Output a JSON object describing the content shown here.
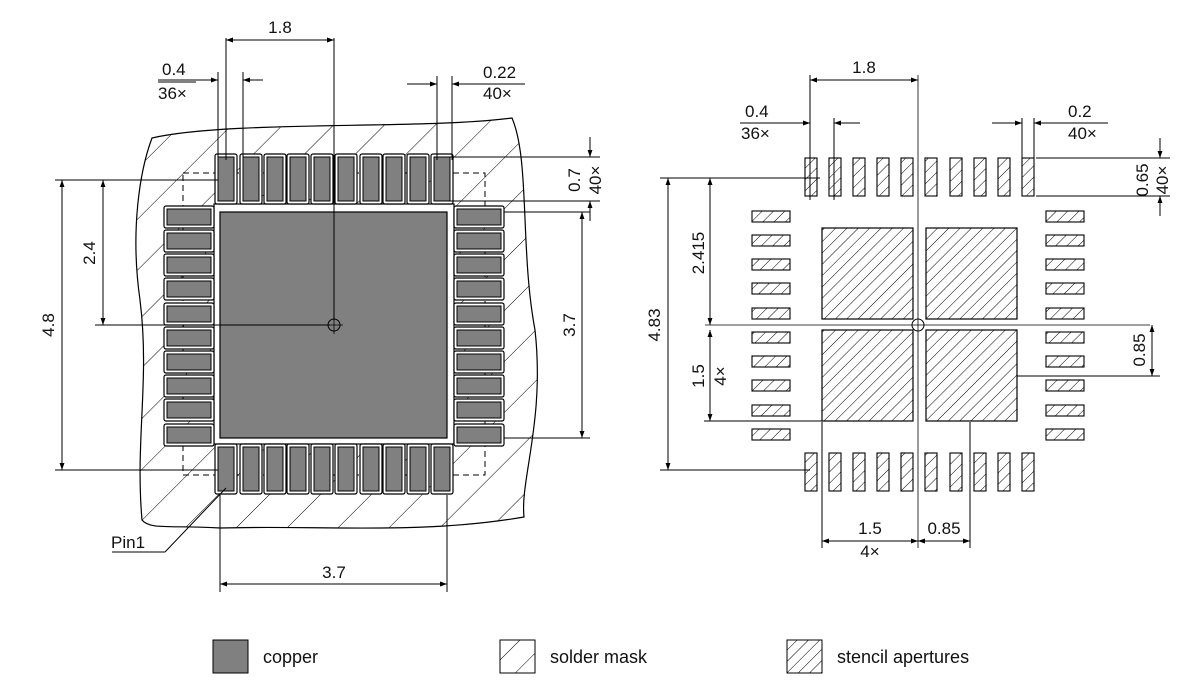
{
  "colors": {
    "copper": "#808080",
    "outline": "#000000",
    "hatch": "#000000",
    "background": "#ffffff"
  },
  "left_view": {
    "dims": {
      "top_center_span": "1.8",
      "pad_width": "0.4",
      "pad_width_count": "36×",
      "mask_gap": "0.22",
      "mask_gap_count": "40×",
      "pad_length": "0.7",
      "pad_length_count": "40×",
      "pad_center_offset": "2.4",
      "outer_height": "4.8",
      "inner_height": "3.7",
      "inner_width": "3.7"
    },
    "pin1_label": "Pin1"
  },
  "right_view": {
    "dims": {
      "top_center_span": "1.8",
      "aperture_width": "0.4",
      "aperture_width_count": "36×",
      "aperture_gap": "0.2",
      "aperture_gap_count": "40×",
      "aperture_length": "0.65",
      "aperture_length_count": "40×",
      "pad_center_offset": "2.415",
      "outer_height": "4.83",
      "ep_size_v": "1.5",
      "ep_size_v_count": "4×",
      "ep_gap_v": "0.85",
      "ep_size_h": "1.5",
      "ep_size_h_count": "4×",
      "ep_gap_h": "0.85"
    }
  },
  "legend": [
    {
      "label": "copper",
      "style": "copper"
    },
    {
      "label": "solder mask",
      "style": "solder-mask"
    },
    {
      "label": "stencil apertures",
      "style": "stencil"
    }
  ]
}
